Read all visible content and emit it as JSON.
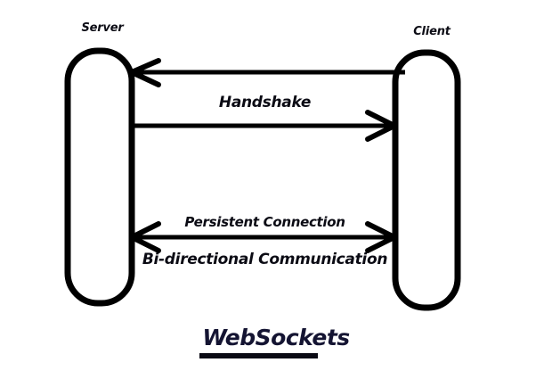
{
  "diagram": {
    "title": "WebSockets",
    "type": "sequence-diagram",
    "background_color": "#ffffff",
    "stroke_color": "#000000",
    "text_color": "#0b0b14",
    "nodes": [
      {
        "id": "server",
        "label": "Server",
        "shape": "rounded-rectangle",
        "side": "left"
      },
      {
        "id": "client",
        "label": "Client",
        "shape": "rounded-rectangle",
        "side": "right"
      }
    ],
    "edges": [
      {
        "id": "handshake-request",
        "label": "",
        "from": "client",
        "to": "server",
        "direction": "right-to-left",
        "arrowheads": "single"
      },
      {
        "id": "handshake-response",
        "label": "Handshake",
        "from": "server",
        "to": "client",
        "direction": "left-to-right",
        "arrowheads": "single"
      },
      {
        "id": "persistent-connection",
        "label": "Persistent Connection",
        "sublabel": "Bi-directional Communication",
        "from": "server",
        "to": "client",
        "direction": "bidirectional",
        "arrowheads": "double"
      }
    ]
  }
}
